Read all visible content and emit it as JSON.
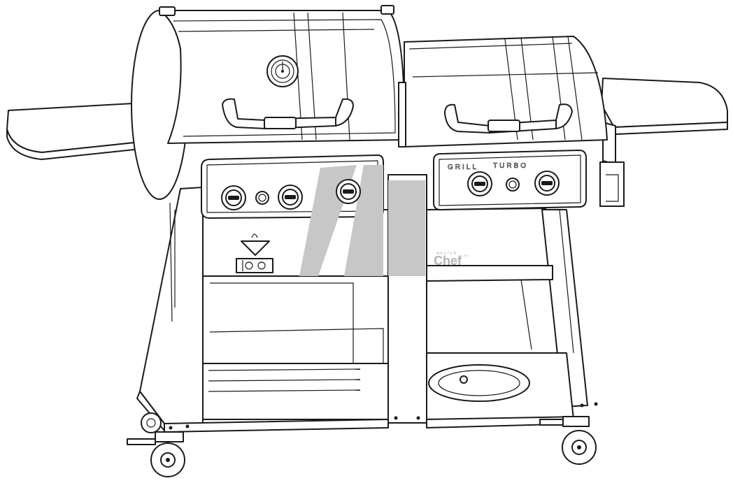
{
  "brand": {
    "top_text": "MASTER",
    "main_text": "Chef",
    "mark": "TM"
  },
  "right_panel_text": {
    "left_word": "GRILL",
    "right_word": "TURBO"
  },
  "colors": {
    "line": "#1a1a1a",
    "accent_band": "#c7c7c7",
    "brand_text": "#b3b3b3",
    "background": "#ffffff"
  },
  "icons": {
    "thermometer": "temperature-gauge-icon",
    "flame_symbol": "flame-triangle-icon",
    "burner_diagram": "burner-layout-icon"
  }
}
